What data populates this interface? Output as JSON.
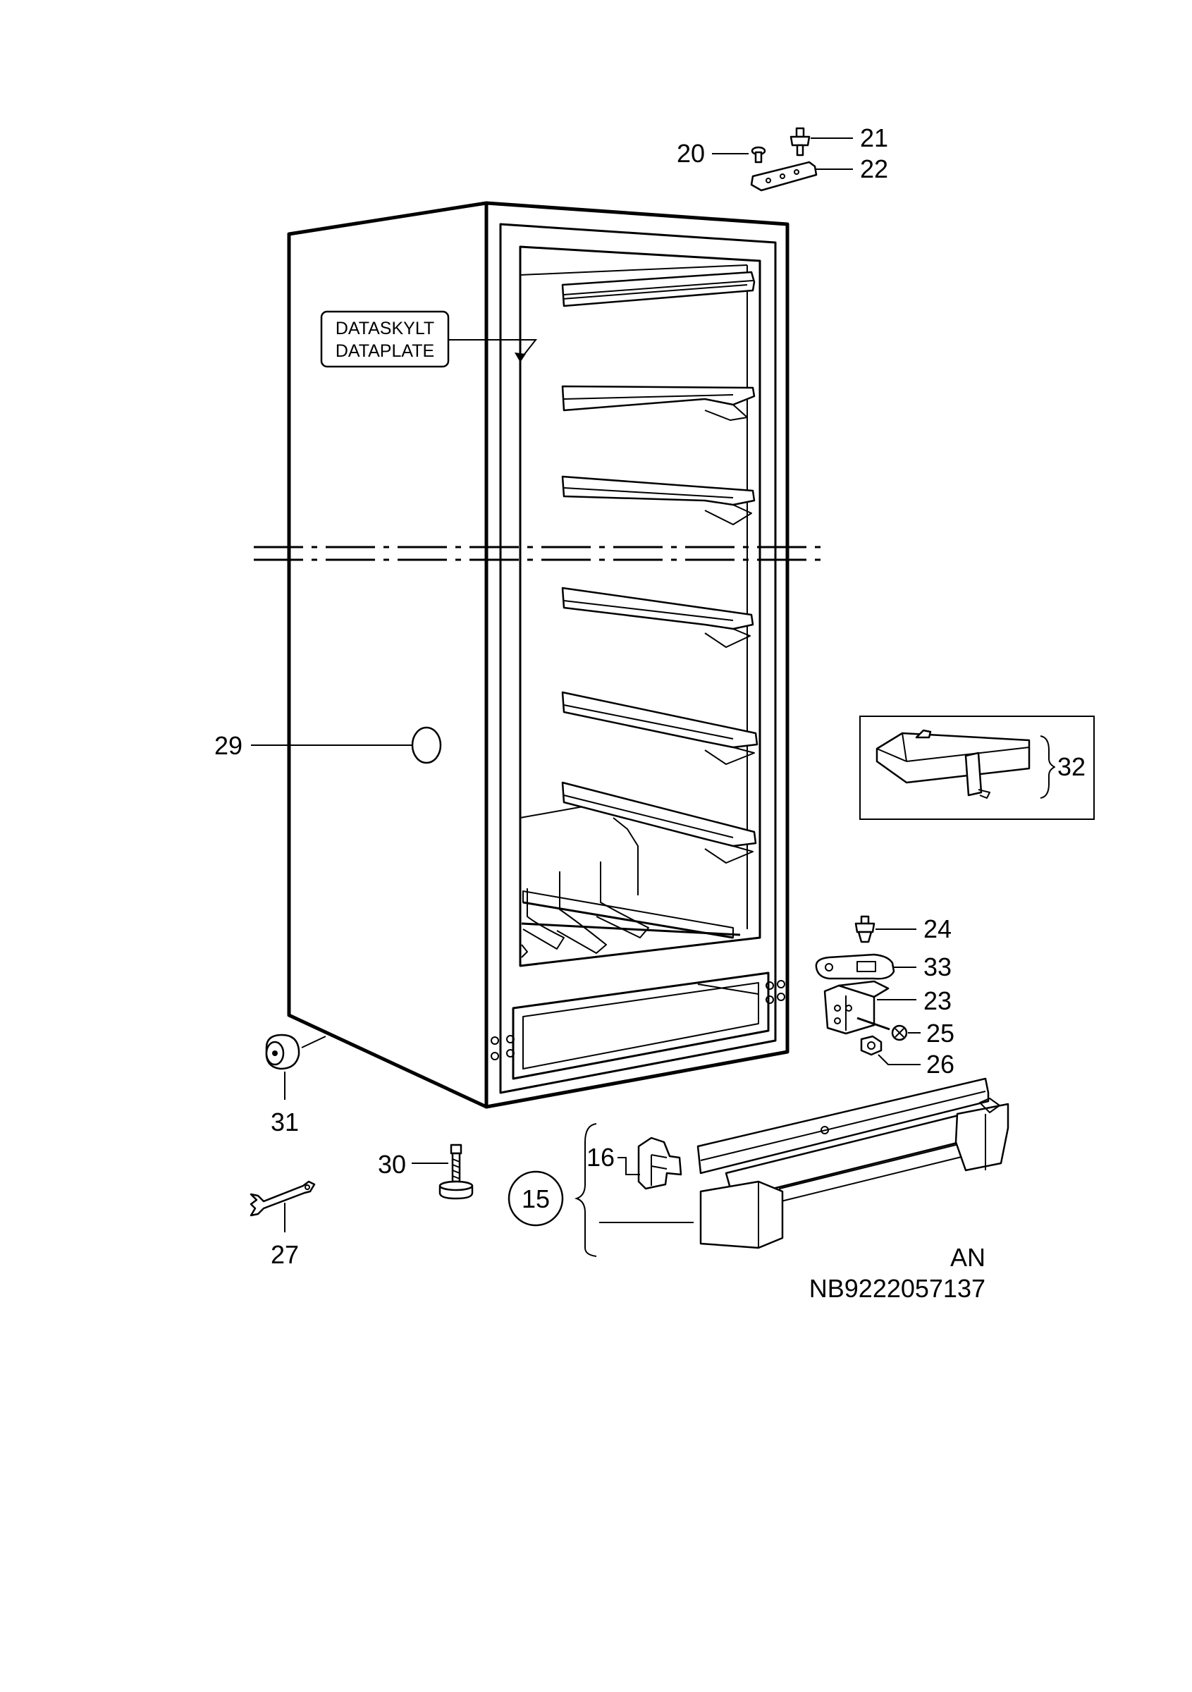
{
  "diagram": {
    "data_plate": {
      "line1": "DATASKYLT",
      "line2": "DATAPLATE"
    },
    "callouts": {
      "c15": "15",
      "c16": "16",
      "c20": "20",
      "c21": "21",
      "c22": "22",
      "c23": "23",
      "c24": "24",
      "c25": "25",
      "c26": "26",
      "c27": "27",
      "c29": "29",
      "c30": "30",
      "c31": "31",
      "c32": "32",
      "c33": "33"
    },
    "footer": {
      "code": "AN",
      "part_number": "NB9222057137"
    }
  }
}
